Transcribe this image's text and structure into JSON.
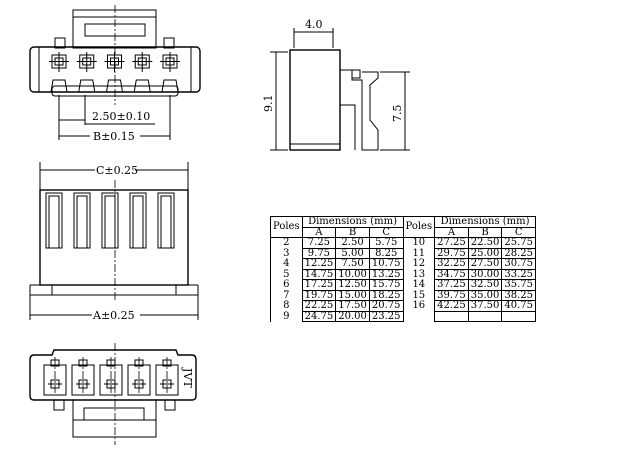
{
  "drawing": {
    "dim_pitch": "2.50±0.10",
    "dim_b": "B±0.15",
    "dim_c": "C±0.25",
    "dim_a": "A±0.25",
    "dim_width": "4.0",
    "dim_height_total": "9.1",
    "dim_height_inner": "7.5",
    "brand_mark": "JVT"
  },
  "table": {
    "poles_label": "Poles",
    "dimensions_label": "Dimensions (mm)",
    "columns": [
      "A",
      "B",
      "C"
    ],
    "left_rows": [
      [
        "2",
        "7.25",
        "2.50",
        "5.75"
      ],
      [
        "3",
        "9.75",
        "5.00",
        "8.25"
      ],
      [
        "4",
        "12.25",
        "7.50",
        "10.75"
      ],
      [
        "5",
        "14.75",
        "10.00",
        "13.25"
      ],
      [
        "6",
        "17.25",
        "12.50",
        "15.75"
      ],
      [
        "7",
        "19.75",
        "15.00",
        "18.25"
      ],
      [
        "8",
        "22.25",
        "17.50",
        "20.75"
      ],
      [
        "9",
        "24.75",
        "20.00",
        "23.25"
      ]
    ],
    "right_rows": [
      [
        "10",
        "27.25",
        "22.50",
        "25.75"
      ],
      [
        "11",
        "29.75",
        "25.00",
        "28.25"
      ],
      [
        "12",
        "32.25",
        "27.50",
        "30.75"
      ],
      [
        "13",
        "34.75",
        "30.00",
        "33.25"
      ],
      [
        "14",
        "37.25",
        "32.50",
        "35.75"
      ],
      [
        "15",
        "39.75",
        "35.00",
        "38.25"
      ],
      [
        "16",
        "42.25",
        "37.50",
        "40.75"
      ],
      [
        "",
        "",
        "",
        ""
      ]
    ]
  }
}
